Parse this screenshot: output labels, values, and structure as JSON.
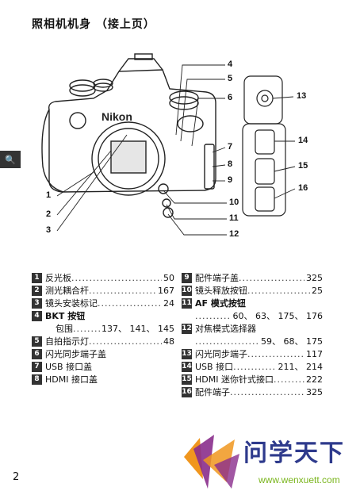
{
  "page": {
    "title": "照相机机身 （接上页）",
    "side_tab": "🔍",
    "page_number": "2"
  },
  "figure": {
    "camera_brand": "Nikon",
    "callouts": [
      "1",
      "2",
      "3",
      "4",
      "5",
      "6",
      "7",
      "8",
      "9",
      "10",
      "11",
      "12",
      "13",
      "14",
      "15",
      "16"
    ]
  },
  "parts_left": [
    {
      "num": "1",
      "label": "反光板",
      "pages": "50"
    },
    {
      "num": "2",
      "label": "测光耦合杆",
      "pages": "167"
    },
    {
      "num": "3",
      "label": "镜头安装标记",
      "pages": "24"
    },
    {
      "num": "4",
      "label": "BKT 按钮",
      "pages": ""
    },
    {
      "num": "",
      "label": "包围",
      "pages": "137、 141、 145"
    },
    {
      "num": "5",
      "label": "自拍指示灯",
      "pages": "48"
    },
    {
      "num": "6",
      "label": "闪光同步端子盖",
      "pages": ""
    },
    {
      "num": "7",
      "label": "USB 接口盖",
      "pages": ""
    },
    {
      "num": "8",
      "label": "HDMI 接口盖",
      "pages": ""
    }
  ],
  "parts_right": [
    {
      "num": "9",
      "label": "配件端子盖",
      "pages": "325"
    },
    {
      "num": "10",
      "label": "镜头释放按钮",
      "pages": "25"
    },
    {
      "num": "11",
      "label": "AF 模式按钮",
      "pages": ""
    },
    {
      "num": "",
      "label": "",
      "pages": "60、 63、 175、 176"
    },
    {
      "num": "12",
      "label": "对焦模式选择器",
      "pages": ""
    },
    {
      "num": "",
      "label": "",
      "pages": "59、 68、 175"
    },
    {
      "num": "13",
      "label": "闪光同步端子",
      "pages": "117"
    },
    {
      "num": "14",
      "label": "USB 接口",
      "pages": "211、 214"
    },
    {
      "num": "15",
      "label": "HDMI 迷你针式接口",
      "pages": "222"
    },
    {
      "num": "16",
      "label": "配件端子",
      "pages": "325"
    }
  ],
  "watermark": {
    "text": "问学天下",
    "url": "www.wenxuett.com",
    "colors": {
      "orange": "#f0961e",
      "purple": "#8a2d8c",
      "blue": "#2e3a8c",
      "green": "#7ab51d"
    }
  }
}
